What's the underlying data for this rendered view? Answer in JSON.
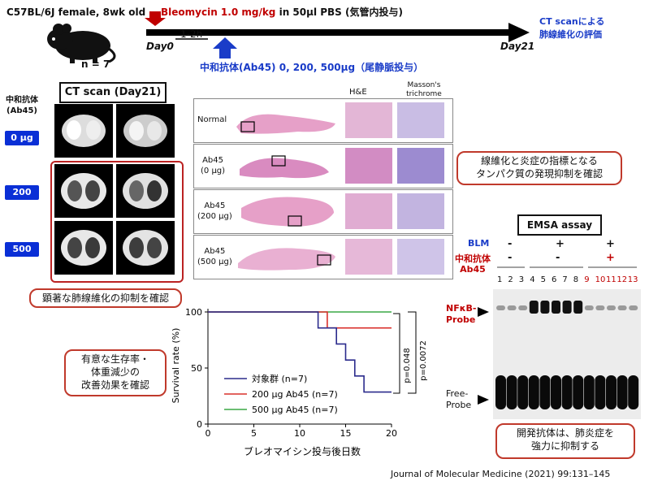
{
  "header": {
    "mouse_label": "C57BL/6J female, 8wk old",
    "n_label": "n = 7",
    "treatment_red": "Bleomycin 1.0 mg/kg",
    "treatment_black": " in 50µl PBS (気管内投与)",
    "day0": "Day0",
    "interval": "1-2h",
    "day21": "Day21",
    "ct_eval_line1": "CT scanによる",
    "ct_eval_line2": "肺線維化の評価",
    "antibody_dose": "中和抗体(Ab45) 0, 200, 500μg（尾静脈投与）"
  },
  "ct_panel": {
    "title": "CT scan (Day21)",
    "side_label_line1": "中和抗体",
    "side_label_line2": "(Ab45)",
    "doses": [
      "0 µg",
      "200 µg",
      "500 µg"
    ],
    "callout": "顕著な肺線維化の抑制を確認"
  },
  "histology": {
    "col_he": "H&E",
    "col_masson_line1": "Masson's",
    "col_masson_line2": "trichrome",
    "rows": [
      {
        "line1": "Normal",
        "line2": ""
      },
      {
        "line1": "Ab45",
        "line2": "(0 µg)"
      },
      {
        "line1": "Ab45",
        "line2": "(200 µg)"
      },
      {
        "line1": "Ab45",
        "line2": "(500 µg)"
      }
    ],
    "callout_line1": "線維化と炎症の指標となる",
    "callout_line2": "タンパク質の発現抑制を確認"
  },
  "survival_callout": {
    "line1": "有意な生存率・",
    "line2": "体重減少の",
    "line3": "改善効果を確認"
  },
  "chart_data": {
    "type": "line",
    "xlabel": "ブレオマイシン投与後日数",
    "ylabel": "Survival rate (%)",
    "xlim": [
      0,
      20
    ],
    "ylim": [
      0,
      100
    ],
    "xticks": [
      0,
      5,
      10,
      15,
      20
    ],
    "yticks": [
      0,
      50,
      100
    ],
    "step": true,
    "series": [
      {
        "name": "対象群 (n=7)",
        "color": "#2b2b8c",
        "x": [
          0,
          12,
          12,
          14,
          14,
          15,
          15,
          16,
          16,
          17,
          17,
          20
        ],
        "y": [
          100,
          100,
          85.7,
          85.7,
          71.4,
          71.4,
          57.1,
          57.1,
          42.9,
          42.9,
          28.6,
          28.6
        ]
      },
      {
        "name": "200 µg Ab45 (n=7)",
        "color": "#d9302c",
        "x": [
          0,
          13,
          13,
          20
        ],
        "y": [
          100,
          100,
          85.7,
          85.7
        ]
      },
      {
        "name": "500 µg Ab45 (n=7)",
        "color": "#3aa845",
        "x": [
          0,
          20
        ],
        "y": [
          100,
          100
        ]
      }
    ],
    "annotations": [
      "p=0.048",
      "p=0.0072"
    ],
    "legend": "bottom-left"
  },
  "emsa": {
    "title": "EMSA assay",
    "blm_label": "BLM",
    "ab_label_line1": "中和抗体",
    "ab_label_line2": "Ab45",
    "blm_signs": [
      "-",
      "+",
      "+"
    ],
    "ab_signs": [
      "-",
      "-",
      "+"
    ],
    "lanes_black": [
      "1",
      "2",
      "3",
      "4",
      "5",
      "6",
      "7",
      "8"
    ],
    "lanes_red": [
      "9",
      "10",
      "11",
      "12",
      "13"
    ],
    "nfkb_line1": "NFκB-",
    "nfkb_line2": "Probe",
    "free_line1": "Free-",
    "free_line2": "Probe",
    "callout_line1": "開発抗体は、肺炎症を",
    "callout_line2": "強力に抑制する"
  },
  "citation": "Journal of Molecular Medicine (2021) 99:131–145",
  "colors": {
    "accent_red": "#c00000",
    "accent_blue": "#1a3cc8",
    "dose_blue": "#0a2fd6"
  }
}
